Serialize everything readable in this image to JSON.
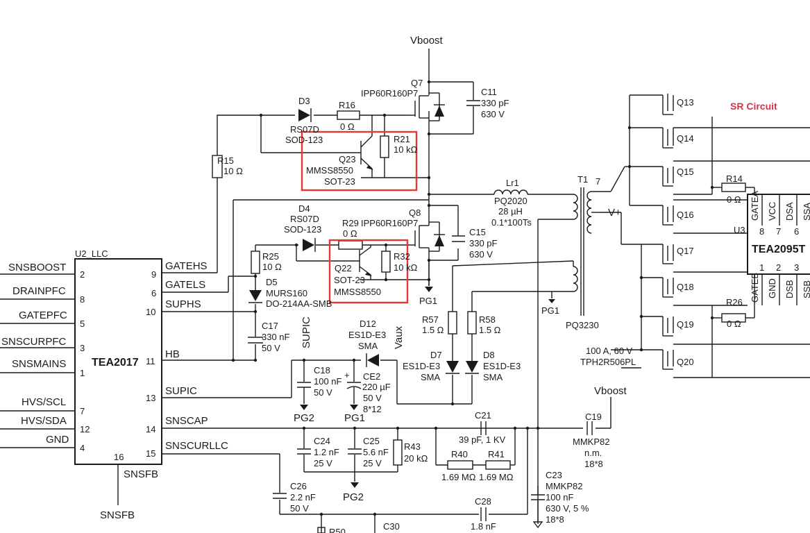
{
  "nets": {
    "vboost_top": "Vboost",
    "vboost_mid": "Vboost",
    "supic": "SUPIC",
    "vaux": "Vaux",
    "pg1_a": "PG1",
    "pg1_b": "PG1",
    "pg1_c": "PG1",
    "pg2_a": "PG2",
    "pg2_b": "PG2",
    "vplus": "V+",
    "snsfb": "SNSFB"
  },
  "u2": {
    "ref": "U2_LLC",
    "name": "TEA2017",
    "left_pins": [
      {
        "label": "SNSBOOST",
        "num": "2"
      },
      {
        "label": "DRAINPFC",
        "num": "8"
      },
      {
        "label": "GATEPFC",
        "num": "5"
      },
      {
        "label": "SNSCURPFC",
        "num": "3"
      },
      {
        "label": "SNSMAINS",
        "num": "1"
      },
      {
        "label": "HVS/SCL",
        "num": "7"
      },
      {
        "label": "HVS/SDA",
        "num": "12"
      },
      {
        "label": "GND",
        "num": "4"
      }
    ],
    "right_pins": [
      {
        "label": "GATEHS",
        "num": "9"
      },
      {
        "label": "GATELS",
        "num": "6"
      },
      {
        "label": "SUPHS",
        "num": "10"
      },
      {
        "label": "HB",
        "num": "11"
      },
      {
        "label": "SUPIC",
        "num": "13"
      },
      {
        "label": "SNSCAP",
        "num": "14"
      },
      {
        "label": "SNSCURLLC",
        "num": "15"
      }
    ],
    "bottom_pin": {
      "num": "16",
      "label": "SNSFB"
    }
  },
  "u3": {
    "ref": "U3",
    "name": "TEA2095T",
    "top_pins": [
      {
        "label": "GATEA",
        "num": "8"
      },
      {
        "label": "VCC",
        "num": "7"
      },
      {
        "label": "DSA",
        "num": "6"
      },
      {
        "label": "SSA",
        "num": ""
      }
    ],
    "bottom_pins": [
      {
        "label": "GATEB",
        "num": "1"
      },
      {
        "label": "GND",
        "num": "2"
      },
      {
        "label": "DSB",
        "num": "3"
      },
      {
        "label": "SSB",
        "num": ""
      }
    ]
  },
  "sr": {
    "title": "SR Circuit",
    "fets": [
      "Q13",
      "Q14",
      "Q15",
      "Q16",
      "Q17",
      "Q18",
      "Q19",
      "Q20"
    ],
    "rating": "100 A, 60 V",
    "part": "TPH2R506PL"
  },
  "components": {
    "q7": {
      "ref": "Q7",
      "part": "IPP60R160P7"
    },
    "q8": {
      "ref": "Q8",
      "part": "IPP60R160P7"
    },
    "c11": {
      "ref": "C11",
      "v1": "330 pF",
      "v2": "630 V"
    },
    "c15": {
      "ref": "C15",
      "v1": "330 pF",
      "v2": "630 V"
    },
    "d3": {
      "ref": "D3",
      "part": "RS07D",
      "pkg": "SOD-123"
    },
    "d4": {
      "ref": "D4",
      "part": "RS07D",
      "pkg": "SOD-123"
    },
    "r16": {
      "ref": "R16",
      "val": "0 Ω"
    },
    "r29": {
      "ref": "R29",
      "val": "0 Ω"
    },
    "r21": {
      "ref": "R21",
      "val": "10 kΩ"
    },
    "r32": {
      "ref": "R32",
      "val": "10 kΩ"
    },
    "q23": {
      "ref": "Q23",
      "part": "MMSS8550",
      "pkg": "SOT-23"
    },
    "q22": {
      "ref": "Q22",
      "pkg": "SOT-23",
      "part": "MMSS8550"
    },
    "r15": {
      "ref": "R15",
      "val": "10 Ω"
    },
    "r25": {
      "ref": "R25",
      "val": "10 Ω"
    },
    "d5": {
      "ref": "D5",
      "part": "MURS160",
      "pkg": "DO-214AA-SMB"
    },
    "c17": {
      "ref": "C17",
      "v1": "330 nF",
      "v2": "50 V"
    },
    "lr1": {
      "ref": "Lr1",
      "part": "PQ2020",
      "val": "28 µH",
      "wire": "0.1*100Ts"
    },
    "t1": {
      "ref": "T1",
      "pin": "7",
      "part": "PQ3230"
    },
    "r57": {
      "ref": "R57",
      "val": "1.5 Ω"
    },
    "r58": {
      "ref": "R58",
      "val": "1.5 Ω"
    },
    "d7": {
      "ref": "D7",
      "part": "ES1D-E3",
      "pkg": "SMA"
    },
    "d8": {
      "ref": "D8",
      "part": "ES1D-E3",
      "pkg": "SMA"
    },
    "d12": {
      "ref": "D12",
      "part": "ES1D-E3",
      "pkg": "SMA"
    },
    "c18": {
      "ref": "C18",
      "v1": "100 nF",
      "v2": "50 V"
    },
    "ce2": {
      "ref": "CE2",
      "v1": "220 µF",
      "v2": "50 V",
      "v3": "8*12"
    },
    "c21": {
      "ref": "C21",
      "val": "39 pF, 1 KV"
    },
    "c19": {
      "ref": "C19",
      "part": "MMKP82",
      "val": "n.m.",
      "size": "18*8"
    },
    "c24": {
      "ref": "C24",
      "v1": "1.2 nF",
      "v2": "25 V"
    },
    "c25": {
      "ref": "C25",
      "v1": "5.6 nF",
      "v2": "25 V"
    },
    "r43": {
      "ref": "R43",
      "val": "20 kΩ"
    },
    "r40": {
      "ref": "R40",
      "val": "1.69 MΩ"
    },
    "r41": {
      "ref": "R41",
      "val": "1.69 MΩ"
    },
    "c23": {
      "ref": "C23",
      "part": "MMKP82",
      "v1": "100 nF",
      "v2": "630 V, 5 %",
      "v3": "18*8"
    },
    "c26": {
      "ref": "C26",
      "v1": "2.2 nF",
      "v2": "50 V"
    },
    "c28": {
      "ref": "C28",
      "val": "1.8 nF"
    },
    "c30": {
      "ref": "C30"
    },
    "r50": {
      "ref": "R50"
    },
    "r14": {
      "ref": "R14",
      "val": "0 Ω"
    },
    "r26": {
      "ref": "R26",
      "val": "0 Ω"
    }
  }
}
